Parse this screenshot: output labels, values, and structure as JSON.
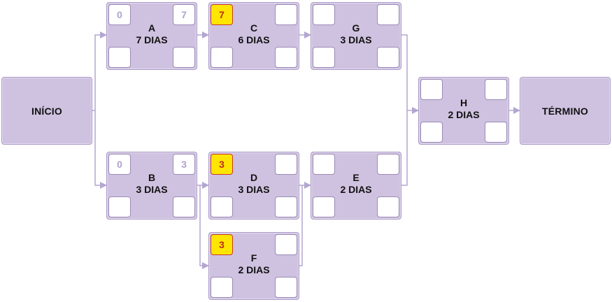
{
  "start": {
    "label": "INÍCIO"
  },
  "end": {
    "label": "TÉRMINO"
  },
  "colors": {
    "node_fill": "#cfc2e0",
    "node_border": "#a898c4",
    "connector": "#b3a6d1",
    "highlight_fill": "#ffe500",
    "highlight_border": "#c63a2a",
    "highlight_text": "#c0281c",
    "value_text": "#b0a2cc"
  },
  "tasks": {
    "A": {
      "name": "A",
      "duration": "7 DIAS",
      "tl": "0",
      "tr": "7",
      "bl": "",
      "br": ""
    },
    "B": {
      "name": "B",
      "duration": "3 DIAS",
      "tl": "0",
      "tr": "3",
      "bl": "",
      "br": ""
    },
    "C": {
      "name": "C",
      "duration": "6 DIAS",
      "tl": "7",
      "tr": "",
      "bl": "",
      "br": ""
    },
    "D": {
      "name": "D",
      "duration": "3 DIAS",
      "tl": "3",
      "tr": "",
      "bl": "",
      "br": ""
    },
    "F": {
      "name": "F",
      "duration": "2 DIAS",
      "tl": "3",
      "tr": "",
      "bl": "",
      "br": ""
    },
    "G": {
      "name": "G",
      "duration": "3 DIAS",
      "tl": "",
      "tr": "",
      "bl": "",
      "br": ""
    },
    "E": {
      "name": "E",
      "duration": "2 DIAS",
      "tl": "",
      "tr": "",
      "bl": "",
      "br": ""
    },
    "H": {
      "name": "H",
      "duration": "2 DIAS",
      "tl": "",
      "tr": "",
      "bl": "",
      "br": ""
    }
  }
}
